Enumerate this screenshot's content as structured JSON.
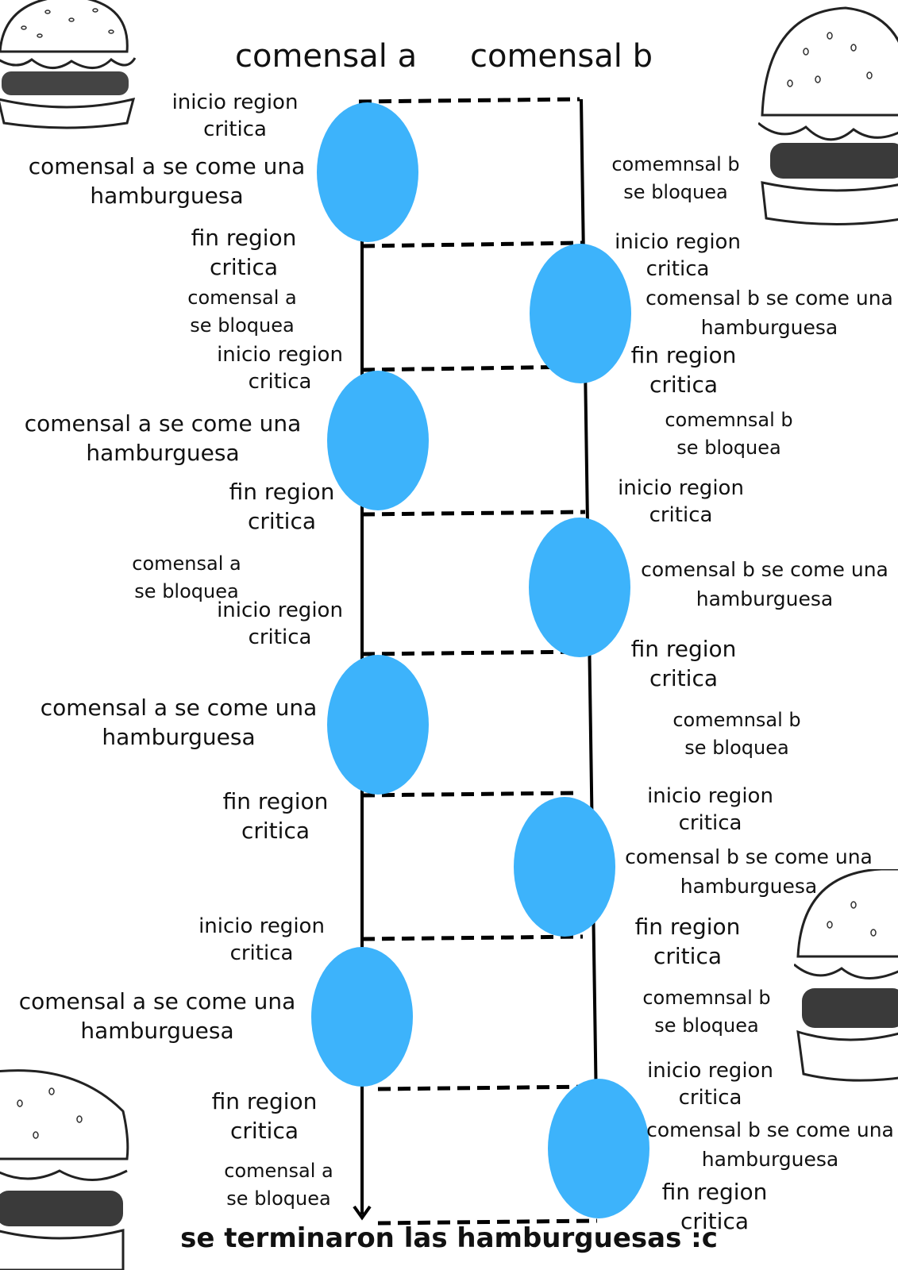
{
  "headers": {
    "a": "comensal a",
    "b": "comensal b"
  },
  "labels": {
    "a_inicio_1": [
      "inicio region",
      "critica"
    ],
    "a_come_1": [
      "comensal a se come una",
      "hamburguesa"
    ],
    "a_fin_1": [
      "fin region",
      "critica"
    ],
    "a_bloquea_1": [
      "comensal a",
      "se bloquea"
    ],
    "a_inicio_2": [
      "inicio region",
      "critica"
    ],
    "a_come_2": [
      "comensal a se come una",
      "hamburguesa"
    ],
    "a_fin_2": [
      "fin region",
      "critica"
    ],
    "a_bloquea_2": [
      "comensal a",
      "se bloquea"
    ],
    "a_inicio_3": [
      "inicio region",
      "critica"
    ],
    "a_come_3": [
      "comensal a se come una",
      "hamburguesa"
    ],
    "a_fin_3": [
      "fin region",
      "critica"
    ],
    "a_inicio_4": [
      "inicio region",
      "critica"
    ],
    "a_come_4": [
      "comensal a se come una",
      "hamburguesa"
    ],
    "a_fin_4": [
      "fin region",
      "critica"
    ],
    "a_bloquea_3": [
      "comensal a",
      "se bloquea"
    ],
    "b_bloquea_1": [
      "comemnsal b",
      "se bloquea"
    ],
    "b_inicio_1": [
      "inicio region",
      "critica"
    ],
    "b_come_1": [
      "comensal b se come una",
      "hamburguesa"
    ],
    "b_fin_1": [
      "fin region",
      "critica"
    ],
    "b_bloquea_2": [
      "comemnsal b",
      "se bloquea"
    ],
    "b_inicio_2": [
      "inicio region",
      "critica"
    ],
    "b_come_2": [
      "comensal b se come una",
      "hamburguesa"
    ],
    "b_fin_2": [
      "fin region",
      "critica"
    ],
    "b_bloquea_3": [
      "comemnsal b",
      "se bloquea"
    ],
    "b_inicio_3": [
      "inicio region",
      "critica"
    ],
    "b_come_3": [
      "comensal b se come una",
      "hamburguesa"
    ],
    "b_fin_3": [
      "fin region",
      "critica"
    ],
    "b_bloquea_4": [
      "comemnsal b",
      "se bloquea"
    ],
    "b_inicio_4": [
      "inicio region",
      "critica"
    ],
    "b_come_4": [
      "comensal b se come una",
      "hamburguesa"
    ],
    "b_fin_4": [
      "fin region",
      "critica"
    ]
  },
  "footer": "se terminaron las hamburguesas :c",
  "colors": {
    "critical_region": "#3db3fb",
    "line": "#000000"
  },
  "decorations": [
    "hamburger-illustration",
    "hamburger-illustration",
    "hamburger-illustration",
    "hamburger-illustration"
  ]
}
